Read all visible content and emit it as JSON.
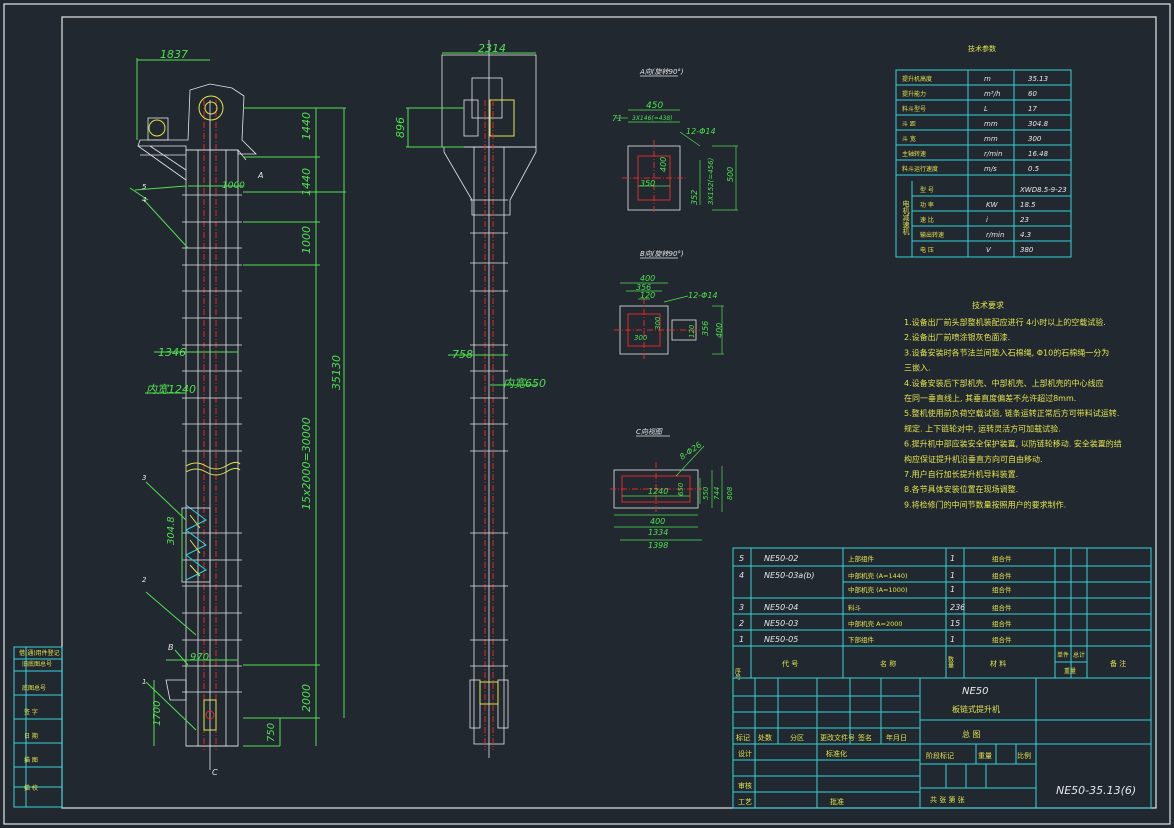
{
  "colors": {
    "background": "#212830",
    "frame": "#e6e6e6",
    "dimension": "#4fe04f",
    "table": "#34d3d8",
    "centerline": "#e02a2a",
    "text": "#e3e34d"
  },
  "front_view": {
    "dims": {
      "top_width": "1837",
      "d1": "1440",
      "d2": "1440",
      "d3": "1000",
      "total": "35130",
      "pitch": "15x2000=30000",
      "d4": "2000",
      "d5": "750",
      "head": "1000",
      "width_1346": "1346",
      "inner_1240": "内宽1240",
      "bottom_970": "970",
      "bottom_1700": "1700",
      "bucket_pitch": "304.8"
    },
    "labels": {
      "A": "A",
      "B": "B",
      "C": "C",
      "p5": "5",
      "p4": "4",
      "p3": "3",
      "p2": "2",
      "p1": "1"
    }
  },
  "side_view": {
    "dims": {
      "top_width": "2314",
      "drive_h": "896",
      "width_758": "758",
      "inner_650": "内宽650"
    }
  },
  "section_a": {
    "title": "A向(旋转90°)",
    "dims": {
      "w450": "450",
      "d71": "71",
      "holes_top": "3X146(=438)",
      "bolts": "12-Φ14",
      "d400": "400",
      "d350": "350",
      "d352": "352",
      "holes_side": "3X152(=456)",
      "d500": "500"
    }
  },
  "section_b": {
    "title": "B向(旋转90°)",
    "dims": {
      "w400": "400",
      "w356": "356",
      "w120": "120",
      "bolts": "12-Φ14",
      "d300a": "300",
      "d300b": "300",
      "d120": "120",
      "d356": "356",
      "d400": "400"
    }
  },
  "section_c": {
    "title": "C向视图",
    "dims": {
      "bolts": "8-Φ26",
      "d1240": "1240",
      "d650": "650",
      "d550": "550",
      "d744": "744",
      "d808": "808",
      "d400": "400",
      "d1334": "1334",
      "d1398": "1398"
    }
  },
  "spec_table": {
    "title": "技术参数",
    "rows": [
      {
        "name": "提升机高度",
        "unit": "m",
        "value": "35.13"
      },
      {
        "name": "提升能力",
        "unit": "m³/h",
        "value": "60"
      },
      {
        "name": "料斗型号",
        "unit": "L",
        "value": "17"
      },
      {
        "name": "斗  距",
        "unit": "mm",
        "value": "304.8"
      },
      {
        "name": "斗  宽",
        "unit": "mm",
        "value": "300"
      },
      {
        "name": "主轴转速",
        "unit": "r/min",
        "value": "16.48"
      },
      {
        "name": "料斗运行速度",
        "unit": "m/s",
        "value": "0.5"
      }
    ],
    "motor_label": "电机减速机",
    "motor_rows": [
      {
        "name": "型  号",
        "unit": "",
        "value": "XWD8.5-9-23"
      },
      {
        "name": "功  率",
        "unit": "KW",
        "value": "18.5"
      },
      {
        "name": "速  比",
        "unit": "i",
        "value": "23"
      },
      {
        "name": "输出转速",
        "unit": "r/min",
        "value": "4.3"
      },
      {
        "name": "电  压",
        "unit": "V",
        "value": "380"
      }
    ]
  },
  "tech_requirements": {
    "title": "技术要求",
    "lines": [
      "1.设备出厂前头部整机装配应进行 4小时以上的空载试验.",
      "2.设备出厂前喷涂银灰色面漆.",
      "3.设备安装时各节法兰间垫入石棉绳, Φ10的石棉绳一分为",
      "   三嵌入.",
      "4.设备安装后下部机壳、中部机壳、上部机壳的中心线应",
      "   在同一垂直线上, 其垂直度偏差不允许超过8mm.",
      "5.整机使用前负荷空载试验, 链条运转正常后方可带料试运转.",
      "   规定. 上下链轮对中, 运转灵活方可加载试验.",
      "6.提升机中部应装安全保护装置, 以防链轮移动. 安全装置的结",
      "   构应保证提升机沿垂直方向可自由移动.",
      "7.用户自行加长提升机导料装置.",
      "8.各节具体安装位置在现场调整.",
      "9.将检修门的中间节数量按照用户的要求制作."
    ]
  },
  "parts_list": {
    "rows": [
      {
        "no": "5",
        "code": "NE50-02",
        "name": "上部组件",
        "qty": "1",
        "material": "组合件"
      },
      {
        "no": "4",
        "code": "NE50-03a(b)",
        "name": "中部机壳 (A=1440)",
        "qty": "1",
        "material": "组合件"
      },
      {
        "no": "",
        "code": "",
        "name": "中部机壳 (A=1000)",
        "qty": "1",
        "material": "组合件"
      },
      {
        "no": "3",
        "code": "NE50-04",
        "name": "料斗",
        "qty": "236",
        "material": "组合件"
      },
      {
        "no": "2",
        "code": "NE50-03",
        "name": "中部机壳 A=2000",
        "qty": "15",
        "material": "组合件"
      },
      {
        "no": "1",
        "code": "NE50-05",
        "name": "下部组件",
        "qty": "1",
        "material": "组合件"
      }
    ],
    "header": {
      "no": "序号",
      "code": "代  号",
      "name": "名  称",
      "qty": "数量",
      "material": "材  料",
      "single": "单件",
      "total": "总计",
      "weight": "重量",
      "remark": "备 注"
    }
  },
  "title_block": {
    "product": "NE50",
    "product_name": "板链式提升机",
    "drawing_type": "总 图",
    "drawing_no": "NE50-35.13(6)",
    "row_labels": [
      "标记",
      "处数",
      "分区",
      "更改文件号",
      "签名",
      "年月日"
    ],
    "left_labels": [
      "设计",
      "审核",
      "工艺"
    ],
    "std": "标准化",
    "approve": "批准",
    "stage": "阶段标记",
    "weight": "重量",
    "scale": "比例",
    "sheets": "共  张  第  张"
  },
  "side_stamp": {
    "rows": [
      "借(通)用件登记",
      "旧底图总号",
      "底图总号",
      "签  字",
      "日  期",
      "描  图",
      "描  校"
    ]
  }
}
